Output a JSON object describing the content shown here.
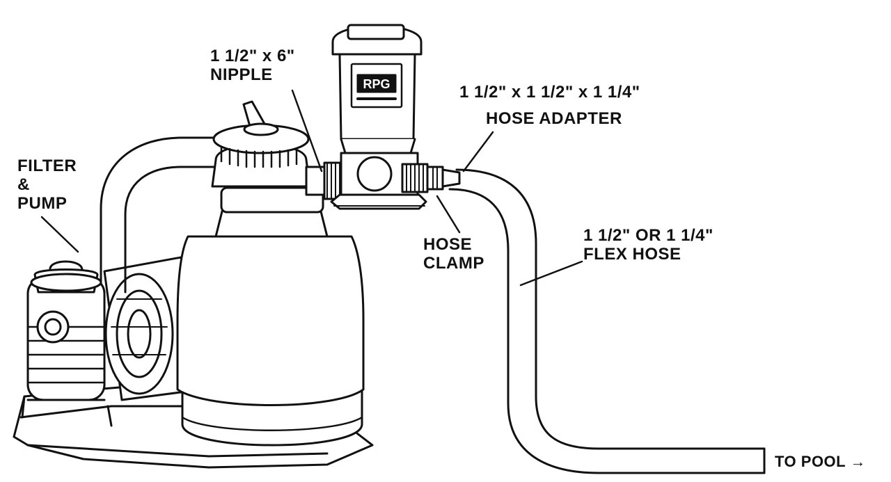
{
  "labels": {
    "filter_pump": [
      "FILTER",
      "&",
      "PUMP"
    ],
    "nipple": [
      "1 1/2\" x 6\"",
      "NIPPLE"
    ],
    "hose_adapter_size": "1 1/2\" x 1 1/2\" x 1 1/4\"",
    "hose_adapter_name": "HOSE ADAPTER",
    "hose_clamp": [
      "HOSE",
      "CLAMP"
    ],
    "flex_hose_size": "1 1/2\" OR 1 1/4\"",
    "flex_hose_name": "FLEX HOSE",
    "to_pool": "TO POOL →"
  },
  "chlorinator_badge": "RPG",
  "colors": {
    "line": "#111111",
    "fill": "#ffffff"
  }
}
